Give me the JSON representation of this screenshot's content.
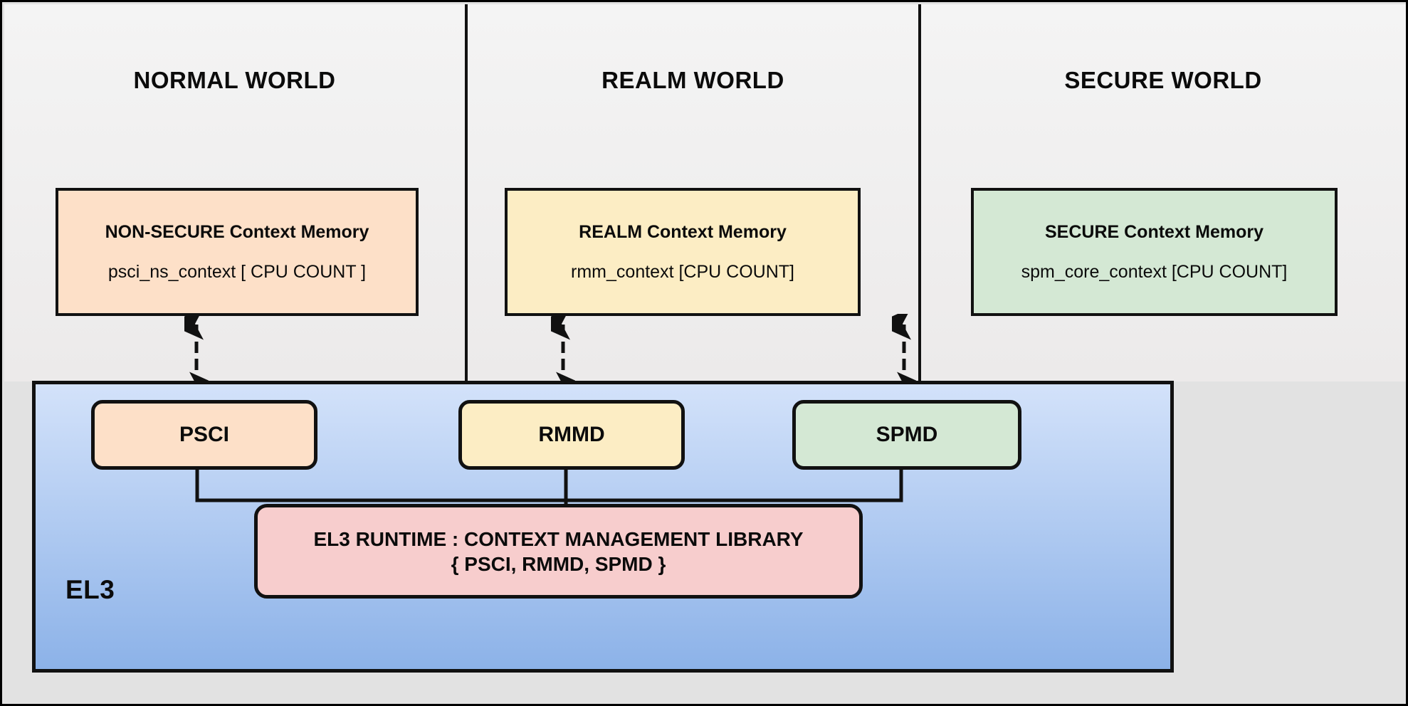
{
  "diagram": {
    "title_hidden": "TF-A EL3 Context Management Architecture",
    "el3_label": "EL3"
  },
  "worlds": [
    {
      "id": "normal",
      "title": "NORMAL WORLD",
      "memory": {
        "title": "NON-SECURE Context Memory",
        "subtitle": "psci_ns_context  [ CPU COUNT ]",
        "color": "#fde0c8"
      },
      "module": {
        "label": "PSCI",
        "color": "#fde0c8"
      },
      "link": "bidirectional-dashed"
    },
    {
      "id": "realm",
      "title": "REALM WORLD",
      "memory": {
        "title": "REALM Context Memory",
        "subtitle": "rmm_context [CPU COUNT]",
        "color": "#fcedc4"
      },
      "module": {
        "label": "RMMD",
        "color": "#fcedc4"
      },
      "link": "bidirectional-dashed"
    },
    {
      "id": "secure",
      "title": "SECURE WORLD",
      "memory": {
        "title": "SECURE Context Memory",
        "subtitle": "spm_core_context  [CPU COUNT]",
        "color": "#d4e8d4"
      },
      "module": {
        "label": "SPMD",
        "color": "#d4e8d4"
      },
      "link": "bidirectional-dashed"
    }
  ],
  "runtime": {
    "line1": "EL3 RUNTIME : CONTEXT MANAGEMENT LIBRARY",
    "line2": "{ PSCI, RMMD, SPMD }",
    "color": "#f7cdcd"
  },
  "colors": {
    "background": "#e2e2e2",
    "world_band": "#f2f2f2",
    "el3_gradient_top": "#d3e2fa",
    "el3_gradient_bottom": "#8cb2e8",
    "stroke": "#111111",
    "non_secure": "#fde0c8",
    "realm": "#fcedc4",
    "secure": "#d4e8d4",
    "runtime": "#f7cdcd"
  }
}
